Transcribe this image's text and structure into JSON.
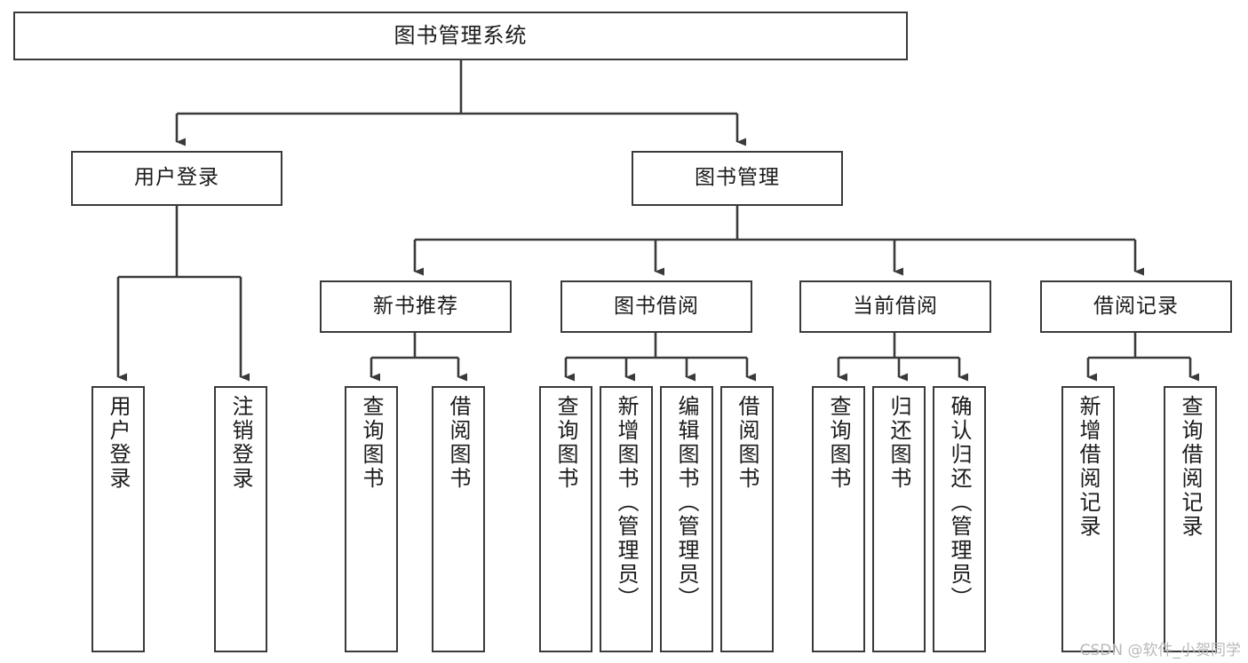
{
  "diagram": {
    "title": "图书管理系统",
    "type": "tree-hierarchy-chart",
    "colors": {
      "box_border": "#3a3a3a",
      "box_fill": "#ffffff",
      "edge": "#3a3a3a",
      "text": "#1a1a1a",
      "background": "#ffffff",
      "watermark": "#b9b9b9"
    },
    "root": {
      "label": "图书管理系统"
    },
    "level2": [
      {
        "label": "用户登录"
      },
      {
        "label": "图书管理"
      }
    ],
    "level3": [
      {
        "label": "新书推荐"
      },
      {
        "label": "图书借阅"
      },
      {
        "label": "当前借阅"
      },
      {
        "label": "借阅记录"
      }
    ],
    "leaves": {
      "user_login": [
        {
          "label": "用户登录"
        },
        {
          "label": "注销登录"
        }
      ],
      "new_book_recommend": [
        {
          "label": "查询图书"
        },
        {
          "label": "借阅图书"
        }
      ],
      "book_borrow": [
        {
          "label": "查询图书"
        },
        {
          "label": "新增图书（管理员）"
        },
        {
          "label": "编辑图书（管理员）"
        },
        {
          "label": "借阅图书"
        }
      ],
      "current_borrow": [
        {
          "label": "查询图书"
        },
        {
          "label": "归还图书"
        },
        {
          "label": "确认归还（管理员）"
        }
      ],
      "borrow_record": [
        {
          "label": "新增借阅记录"
        },
        {
          "label": "查询借阅记录"
        }
      ]
    },
    "watermark": "CSDN @软件_小贺同学"
  }
}
